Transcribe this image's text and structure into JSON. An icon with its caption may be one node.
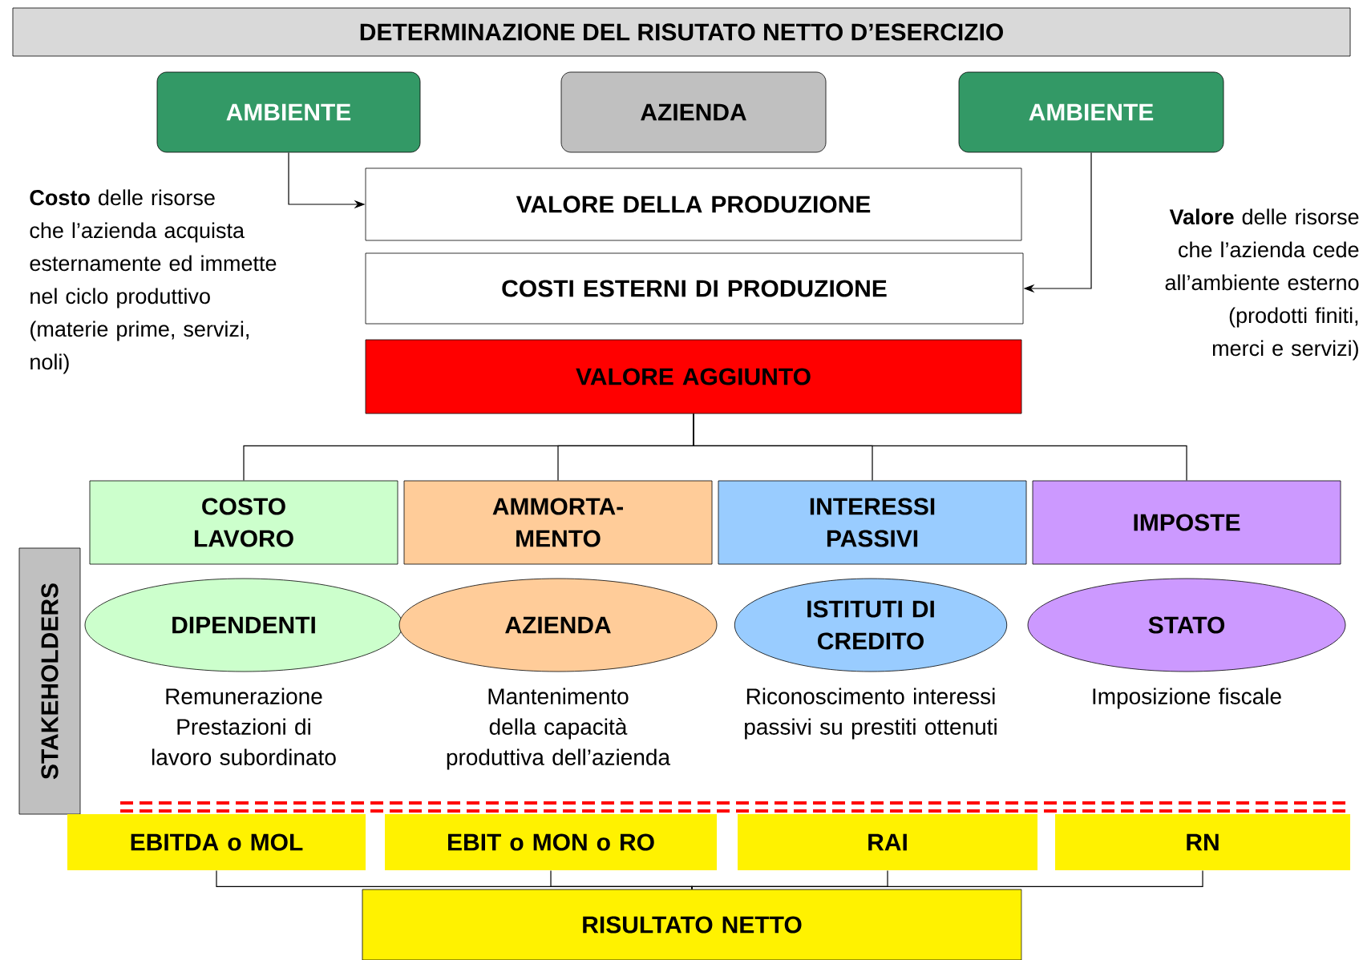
{
  "diagram": {
    "title": "DETERMINAZIONE DEL RISUTATO NETTO D’ESERCIZIO",
    "nodes": [
      {
        "text": [
          "AMBIENTE"
        ]
      },
      {
        "text": [
          "AZIENDA"
        ]
      },
      {
        "text": [
          "AMBIENTE"
        ]
      },
      {
        "text": [
          "VALORE DELLA PRODUZIONE"
        ]
      },
      {
        "text": [
          "COSTI ESTERNI DI PRODUZIONE"
        ]
      },
      {
        "text": [
          "VALORE AGGIUNTO"
        ]
      },
      {
        "text": [
          "COSTO LAVORO"
        ]
      },
      {
        "text": [
          "AMMORTA- MENTO"
        ]
      },
      {
        "text": [
          "INTERESSI PASSIVI"
        ]
      },
      {
        "text": [
          "IMPOSTE"
        ]
      },
      {
        "text": [
          "DIPENDENTI"
        ],
        "beside": [
          "Remunerazione Prestazioni di lavoro subordinato"
        ]
      },
      {
        "text": [
          "AZIENDA"
        ],
        "beside": [
          "Mantenimento della capacità produttiva dell’azienda"
        ]
      },
      {
        "text": [
          "ISTITUTI DI CREDITO"
        ],
        "beside": [
          "Riconoscimento interessi passivi su prestiti ottenuti"
        ]
      },
      {
        "text": [
          "STATO"
        ],
        "beside": [
          "Imposizione fiscale"
        ]
      },
      {
        "text": [
          "STAKEHOLDERS"
        ]
      },
      {
        "text": [
          "EBITDA o MOL"
        ]
      },
      {
        "text": [
          "EBIT o MON o RO"
        ]
      },
      {
        "text": [
          "RAI"
        ]
      },
      {
        "text": [
          "RN"
        ]
      },
      {
        "text": [
          "RISULTATO NETTO"
        ]
      }
    ],
    "edges": [
      {
        "from": 0,
        "to": 3,
        "arrow": "to"
      },
      {
        "from": 2,
        "to": 4,
        "arrow": "to"
      },
      {
        "from": 5,
        "to": 6,
        "arrow": "none"
      },
      {
        "from": 5,
        "to": 7,
        "arrow": "none"
      },
      {
        "from": 5,
        "to": 8,
        "arrow": "none"
      },
      {
        "from": 5,
        "to": 9,
        "arrow": "none"
      },
      {
        "from": 15,
        "to": 19,
        "arrow": "none"
      },
      {
        "from": 16,
        "to": 19,
        "arrow": "none"
      },
      {
        "from": 17,
        "to": 19,
        "arrow": "none"
      },
      {
        "from": 18,
        "to": 19,
        "arrow": "none"
      }
    ],
    "labels": [
      "**Costo** delle risorse che l’azienda acquista esternamente ed immette nel ciclo produttivo (materie prime, servizi, noli)",
      "**Valore** delle risorse che l’azienda cede all’ambiente esterno (prodotti finiti, merci e servizi)"
    ]
  }
}
